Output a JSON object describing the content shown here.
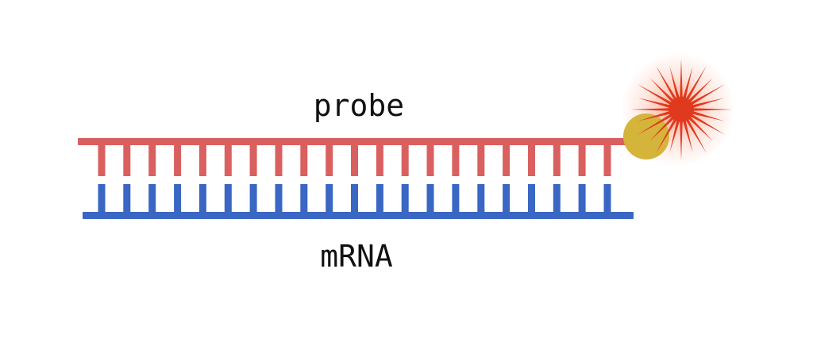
{
  "labels": {
    "probe": "probe",
    "mrna": "mRNA"
  },
  "strands": {
    "probe": {
      "teeth": 21,
      "color": "#d9605f"
    },
    "mrna": {
      "teeth": 21,
      "color": "#3a66c4"
    }
  },
  "fluorophore": {
    "bead_color": "#d4b43a",
    "burst_color": "#e03a1e",
    "burst_rays": 24
  }
}
